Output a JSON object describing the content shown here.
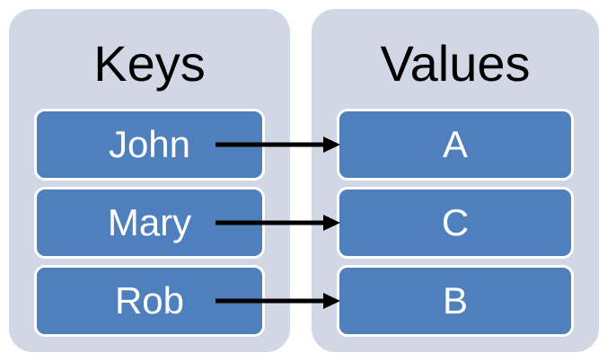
{
  "diagram": {
    "left_panel": {
      "title": "Keys",
      "items": [
        "John",
        "Mary",
        "Rob"
      ]
    },
    "right_panel": {
      "title": "Values",
      "items": [
        "A",
        "C",
        "B"
      ]
    },
    "arrows": [
      {
        "from": "John",
        "to": "A",
        "row": 0
      },
      {
        "from": "Mary",
        "to": "C",
        "row": 1
      },
      {
        "from": "Rob",
        "to": "B",
        "row": 2
      }
    ],
    "colors": {
      "panel_background": "#D1D7E5",
      "box_fill": "#4E80BD",
      "box_border": "#FFFFFF",
      "box_text": "#FFFFFF",
      "title_text": "#000000",
      "arrow": "#000000",
      "page_background": "#FFFFFF"
    }
  }
}
